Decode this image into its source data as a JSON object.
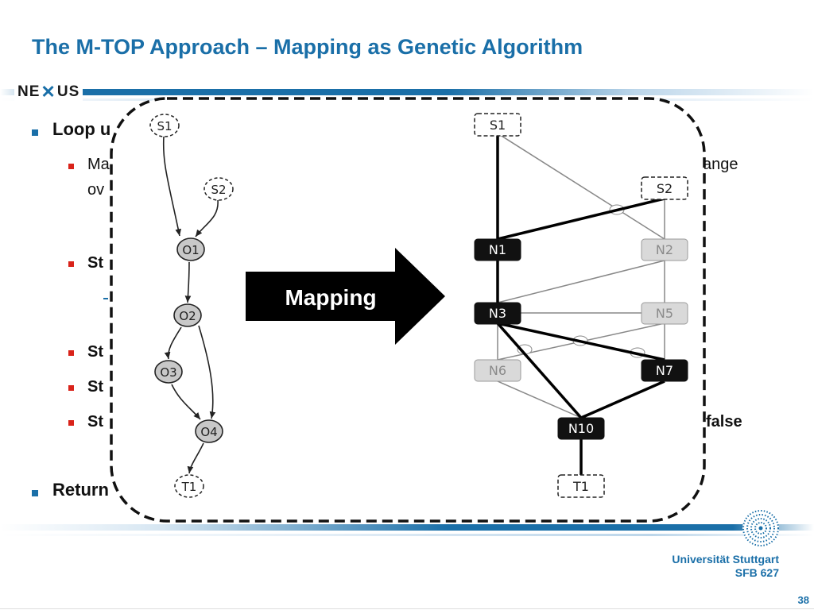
{
  "slide": {
    "title": "The M-TOP Approach – Mapping as Genetic Algorithm",
    "logo": {
      "left": "NE",
      "right": "US"
    },
    "page_number": "38"
  },
  "bullets": {
    "b1": "Loop u",
    "b1_s1a": "Ma",
    "b1_s1b": "ange",
    "b1_s1c": "ov",
    "b1_s2": "St",
    "b1_s3": "St",
    "b1_s4": "St",
    "b1_s5a": "St",
    "b1_s5b": "false",
    "b2": "Return"
  },
  "diagram": {
    "arrow_label": "Mapping",
    "operator_graph": {
      "nodes": [
        {
          "id": "S1",
          "kind": "source"
        },
        {
          "id": "S2",
          "kind": "source"
        },
        {
          "id": "O1",
          "kind": "operator"
        },
        {
          "id": "O2",
          "kind": "operator"
        },
        {
          "id": "O3",
          "kind": "operator"
        },
        {
          "id": "O4",
          "kind": "operator"
        },
        {
          "id": "T1",
          "kind": "sink"
        }
      ],
      "edges": [
        [
          "S1",
          "O1"
        ],
        [
          "S2",
          "O1"
        ],
        [
          "O1",
          "O2"
        ],
        [
          "O2",
          "O3"
        ],
        [
          "O2",
          "O4"
        ],
        [
          "O3",
          "O4"
        ],
        [
          "O4",
          "T1"
        ]
      ]
    },
    "network": {
      "nodes": [
        {
          "id": "S1",
          "kind": "source"
        },
        {
          "id": "S2",
          "kind": "source"
        },
        {
          "id": "N1",
          "kind": "used"
        },
        {
          "id": "N2",
          "kind": "unused"
        },
        {
          "id": "N3",
          "kind": "used"
        },
        {
          "id": "N5",
          "kind": "unused"
        },
        {
          "id": "N6",
          "kind": "unused"
        },
        {
          "id": "N7",
          "kind": "used"
        },
        {
          "id": "N10",
          "kind": "used"
        },
        {
          "id": "T1",
          "kind": "sink"
        }
      ],
      "edges": [
        {
          "from": "S1",
          "to": "N1",
          "style": "active"
        },
        {
          "from": "S1",
          "to": "N2",
          "style": "link"
        },
        {
          "from": "S2",
          "to": "N1",
          "style": "active"
        },
        {
          "from": "S2",
          "to": "N2",
          "style": "link"
        },
        {
          "from": "N1",
          "to": "N3",
          "style": "active"
        },
        {
          "from": "N2",
          "to": "N3",
          "style": "link"
        },
        {
          "from": "N2",
          "to": "N5",
          "style": "link"
        },
        {
          "from": "N3",
          "to": "N5",
          "style": "link"
        },
        {
          "from": "N3",
          "to": "N6",
          "style": "link"
        },
        {
          "from": "N3",
          "to": "N7",
          "style": "active"
        },
        {
          "from": "N3",
          "to": "N10",
          "style": "active"
        },
        {
          "from": "N5",
          "to": "N6",
          "style": "link"
        },
        {
          "from": "N5",
          "to": "N7",
          "style": "link"
        },
        {
          "from": "N6",
          "to": "N10",
          "style": "link"
        },
        {
          "from": "N7",
          "to": "N10",
          "style": "active"
        },
        {
          "from": "N10",
          "to": "T1",
          "style": "active"
        }
      ]
    }
  },
  "footer": {
    "university": "Universität Stuttgart",
    "sfb": "SFB 627"
  },
  "colors": {
    "primary_blue": "#1a6fa8",
    "bullet_red": "#d9231a",
    "active_node": "#111111",
    "inactive_node": "#d9d9d9",
    "operator_fill": "#c8c8c8"
  }
}
